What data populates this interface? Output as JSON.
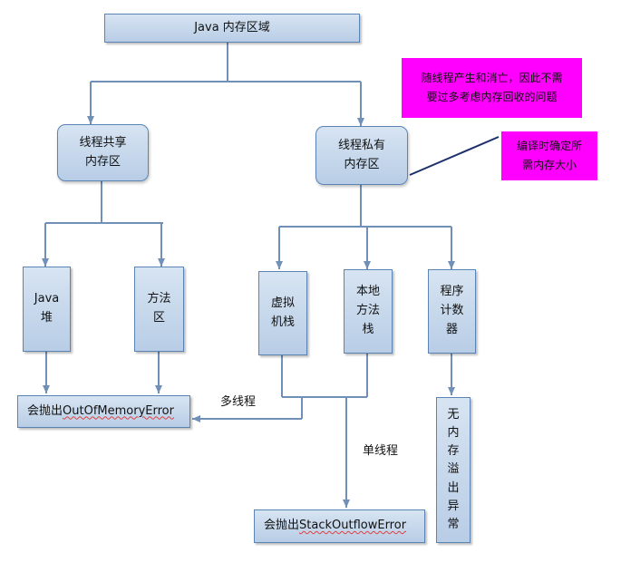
{
  "root": "Java 内存区域",
  "shared": "线程共享\n内存区",
  "private": "线程私有\n内存区",
  "note_private": "随线程产生和消亡，因此不需\n要过多考虑内存回收的问题",
  "note_compile": "编译时确定所\n需内存大小",
  "heap": "Java\n堆",
  "method_area": "方法\n区",
  "vm_stack": "虚拟\n机栈",
  "native_stack": "本地\n方法\n栈",
  "pc_counter": "程序\n计数\n器",
  "oom_prefix": "会抛出 ",
  "oom_error": "OutOfMemoryError",
  "soe_prefix": "会抛出 ",
  "soe_error": "StackOutflowError",
  "multi_thread": "多线程",
  "single_thread": "单线程",
  "no_overflow": "无\n内\n存\n溢\n出\n异\n常",
  "colors": {
    "box_fill": "#c6d9f1",
    "border": "#5b84b5",
    "line": "#7090b8",
    "note": "#ff00ff",
    "navy": "#1c2f6b"
  }
}
